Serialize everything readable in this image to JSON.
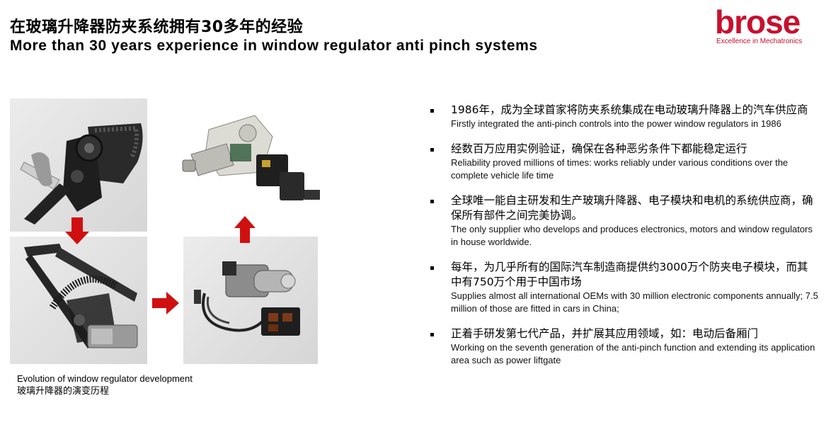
{
  "header": {
    "title_cn": "在玻璃升降器防夹系统拥有30多年的经验",
    "title_en": "More than 30 years experience in window regulator anti pinch systems"
  },
  "logo": {
    "word": "brose",
    "tagline": "Excellence in Mechatronics",
    "color": "#c8102e"
  },
  "figure": {
    "caption_en": "Evolution of window regulator development",
    "caption_cn": "玻璃升降器的演变历程",
    "arrow_color": "#d01010"
  },
  "bullets": [
    {
      "cn": "1986年，成为全球首家将防夹系统集成在电动玻璃升降器上的汽车供应商",
      "en": "Firstly integrated the anti-pinch controls into the power window regulators in 1986"
    },
    {
      "cn": "经数百万应用实例验证，确保在各种恶劣条件下都能稳定运行",
      "en": "Reliability proved millions of times: works reliably under various conditions over the complete vehicle life time"
    },
    {
      "cn": "全球唯一能自主研发和生产玻璃升降器、电子模块和电机的系统供应商，确保所有部件之间完美协调。",
      "en": "The only supplier who develops and produces electronics, motors and window regulators in house worldwide."
    },
    {
      "cn": "每年，为几乎所有的国际汽车制造商提供约3000万个防夹电子模块，而其中有750万个用于中国市场",
      "en": "Supplies almost all international OEMs with 30 million electronic components annually; 7.5 million of those are fitted in cars in China;"
    },
    {
      "cn": "正着手研发第七代产品，并扩展其应用领域，如：电动后备厢门",
      "en": "Working on the seventh generation of the anti-pinch function and extending its application area such as power liftgate"
    }
  ]
}
